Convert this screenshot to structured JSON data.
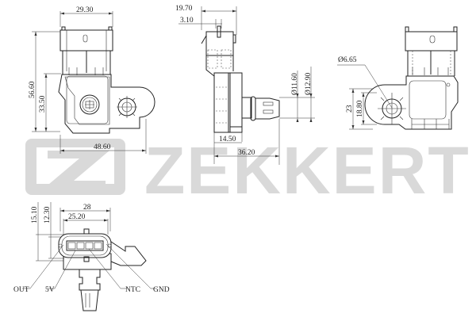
{
  "watermark": {
    "brand": "ZEKKERT",
    "logo_letter": "Z",
    "color": "#d9d9d9"
  },
  "views": {
    "front": {
      "dims": {
        "width_top": "29.30",
        "height_total": "56.60",
        "height_body": "33.50",
        "width_total": "48.60"
      }
    },
    "side": {
      "dims": {
        "width_top": "19.70",
        "tab_width": "3.10",
        "dia_inner": "Ø11.60",
        "dia_outer": "Ø12.90",
        "body_depth": "14.50",
        "depth_total": "36.20"
      }
    },
    "rear": {
      "dims": {
        "hole_dia": "Ø6.65",
        "flange_height": "23",
        "flange_inner": "18.80"
      }
    },
    "connector": {
      "dims": {
        "height_outer": "15.10",
        "height_inner": "12.30",
        "width_outer": "28",
        "width_inner": "25.20"
      },
      "pins": [
        "OUT",
        "5V",
        "NTC",
        "GND"
      ]
    }
  }
}
